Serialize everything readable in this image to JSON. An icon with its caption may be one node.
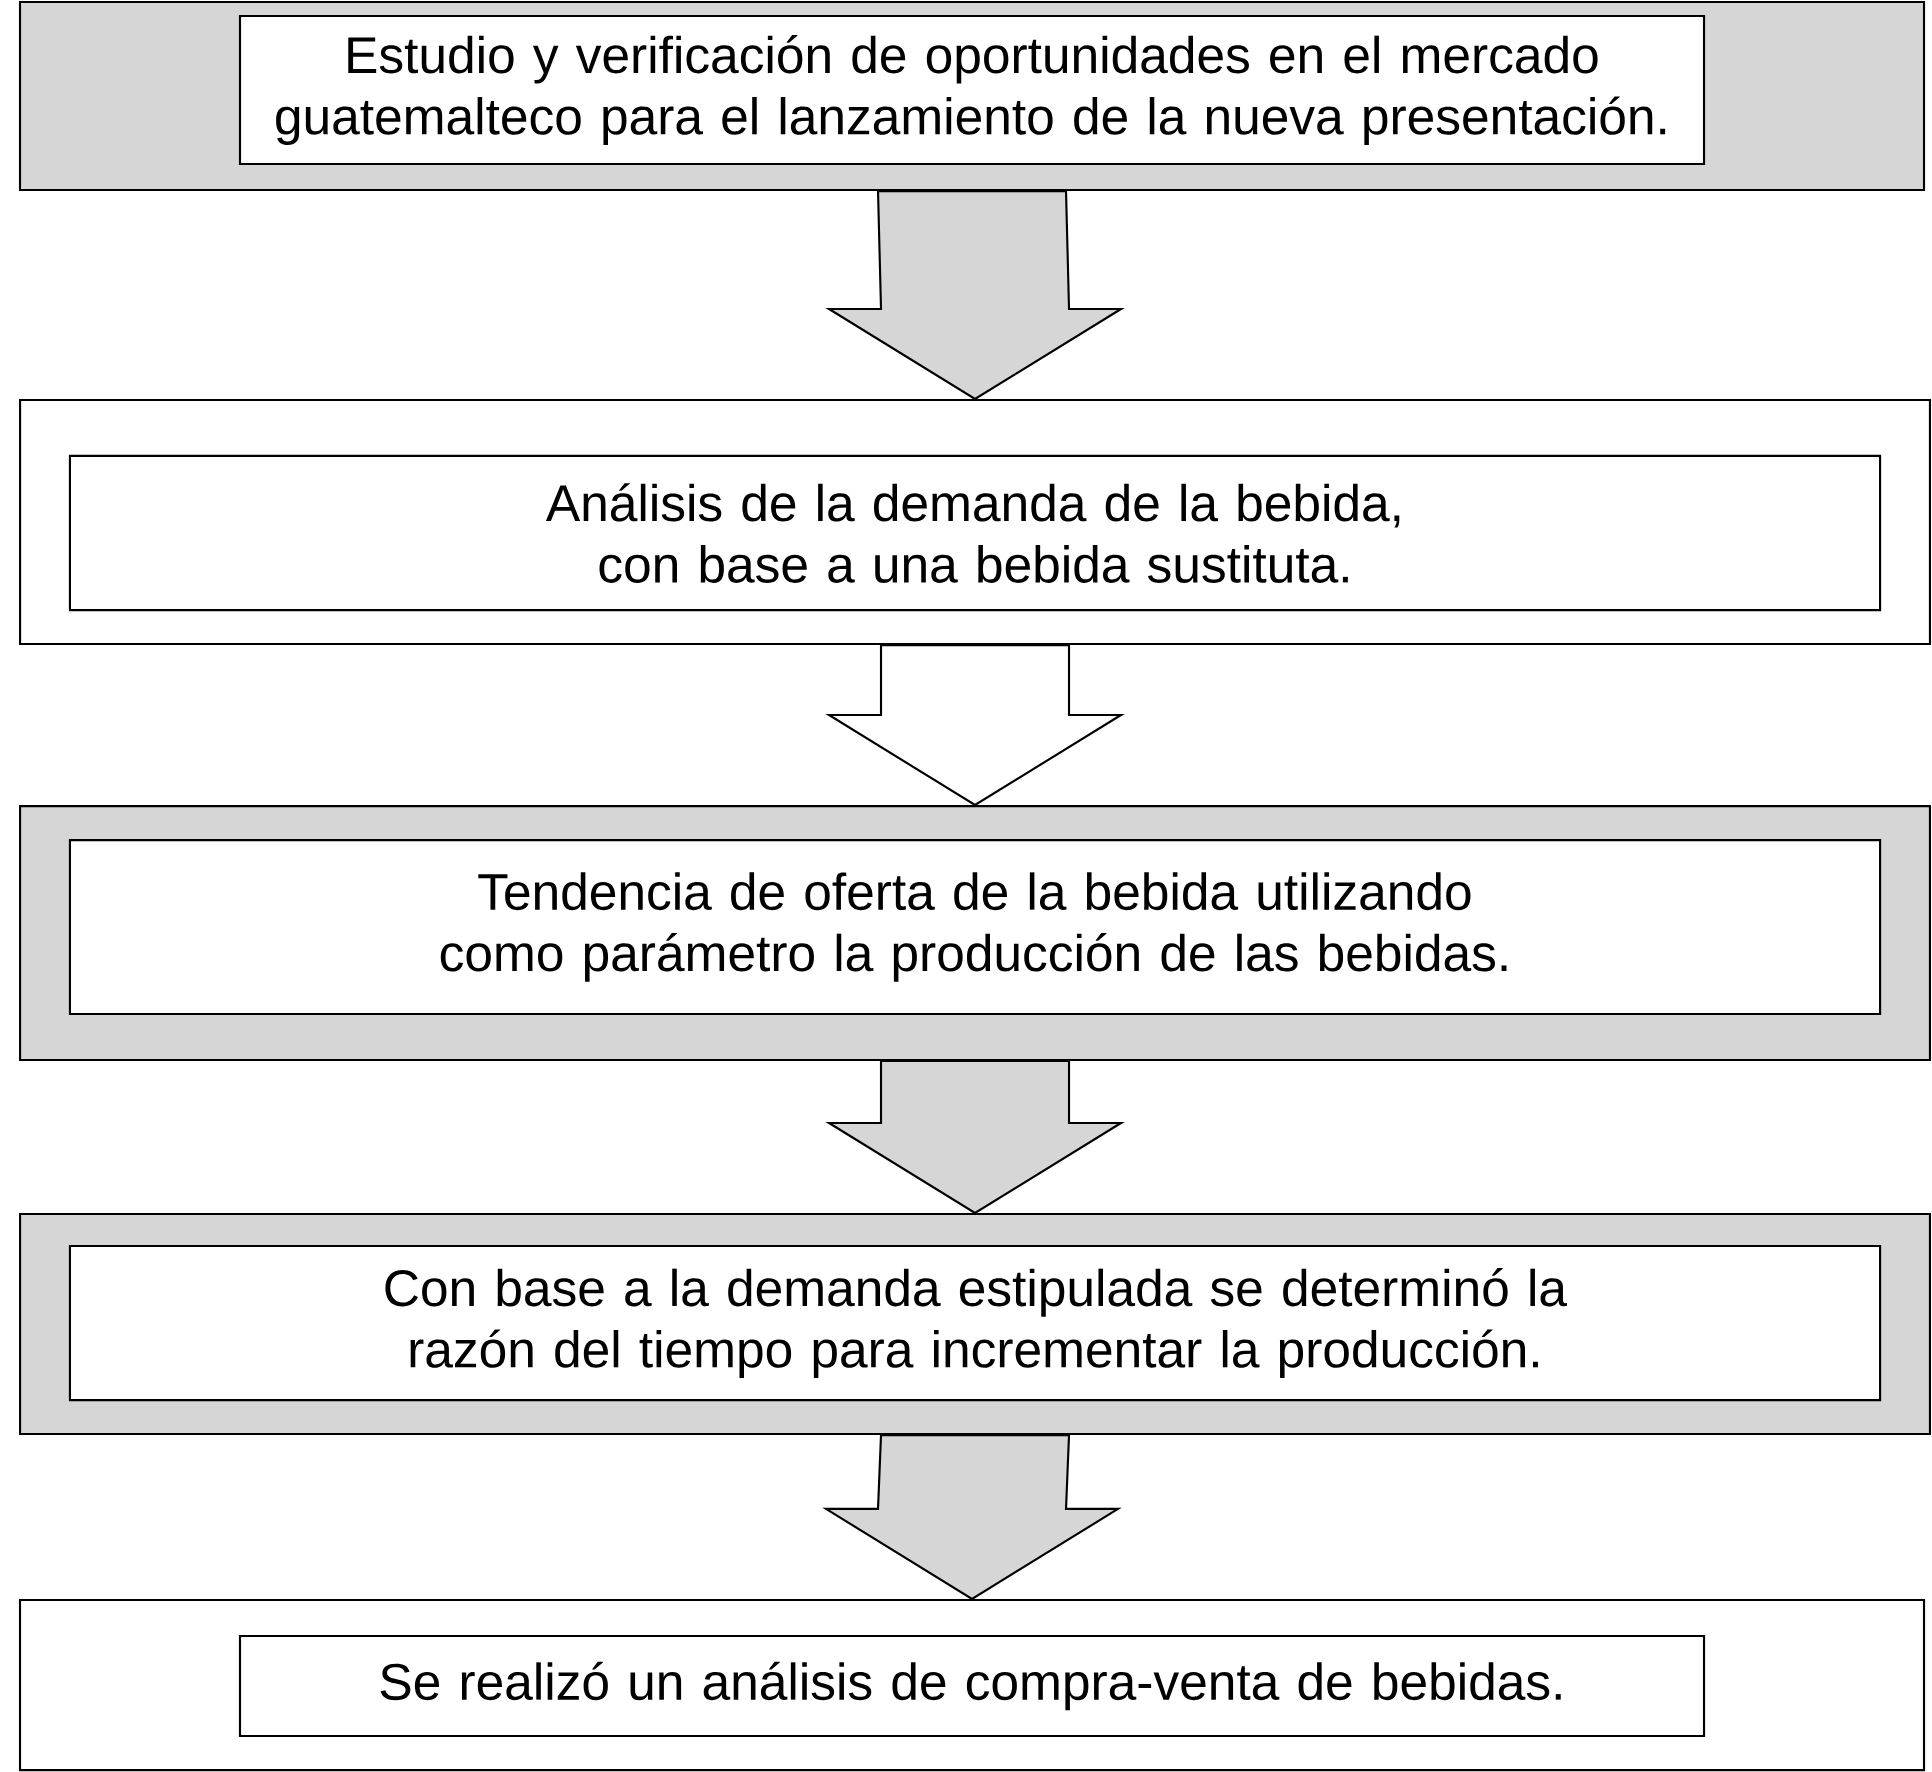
{
  "diagram": {
    "nodes": [
      {
        "text": [],
        "shape": "box"
      },
      {
        "text": [
          "Estudio y verificación de oportunidades en el mercado guatemalteco para el lanzamiento de la nueva presentación."
        ],
        "in": 0
      },
      {
        "text": [],
        "shape": "box"
      },
      {
        "text": [
          "Análisis de la demanda de la bebida, con base a una bebida sustituta."
        ],
        "in": 2
      },
      {
        "text": [],
        "shape": "box"
      },
      {
        "text": [
          "Tendencia de oferta de la bebida utilizando como parámetro la producción de las bebidas."
        ],
        "in": 4
      },
      {
        "text": [],
        "shape": "box"
      },
      {
        "text": [
          "Con base a la demanda estipulada se determinó la razón del tiempo para incrementar la producción."
        ],
        "in": 6
      },
      {
        "text": [],
        "shape": "box"
      },
      {
        "text": [
          "Se realizó un análisis de compra-venta de bebidas."
        ],
        "in": 8
      }
    ],
    "edges": [
      {
        "from": 0,
        "to": 2,
        "arrow": "to"
      },
      {
        "from": 2,
        "to": 4,
        "arrow": "to"
      },
      {
        "from": 4,
        "to": 6,
        "arrow": "to"
      },
      {
        "from": 6,
        "to": 8,
        "arrow": "to"
      }
    ]
  }
}
